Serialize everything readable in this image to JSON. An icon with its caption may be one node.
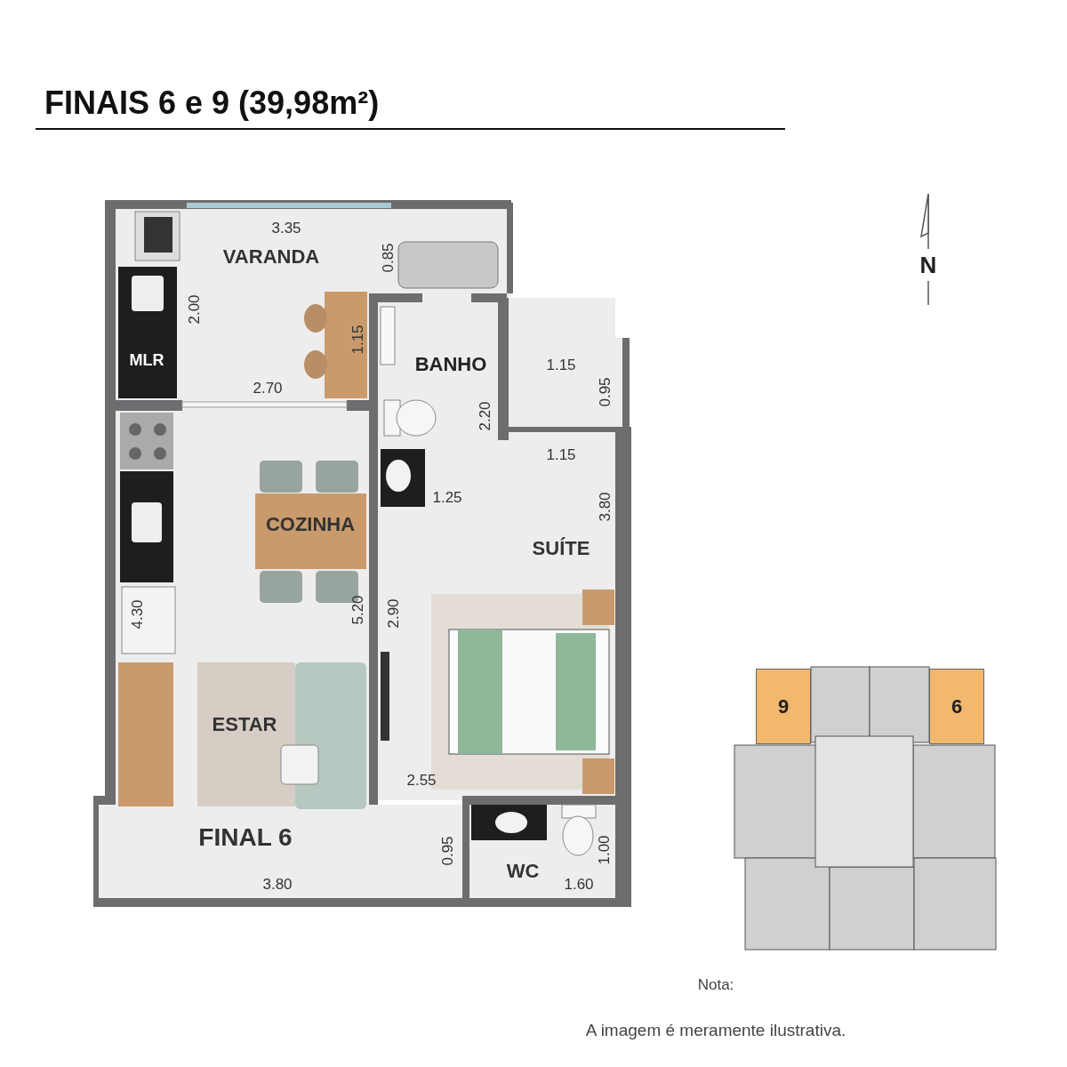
{
  "diagram": {
    "title": "FINAIS 6 e 9 (39,98m²)",
    "nodes": [
      {
        "text": [
          "VARANDA"
        ]
      },
      {
        "text": [
          "MLR"
        ]
      },
      {
        "text": [
          "BANHO"
        ]
      },
      {
        "text": [
          "COZINHA"
        ]
      },
      {
        "text": [
          "ESTAR"
        ]
      },
      {
        "text": [
          "SUÍTE"
        ]
      },
      {
        "text": [
          "WC"
        ]
      },
      {
        "text": [
          "9"
        ]
      },
      {
        "text": [
          "6"
        ]
      }
    ],
    "labels": [
      "3.35",
      "0.85",
      "2.00",
      "1.15",
      "2.70",
      "1.15",
      "0.95",
      "2.20",
      "1.15",
      "1.25",
      "3.80",
      "4.30",
      "5.20",
      "2.90",
      "2.55",
      "FINAL 6",
      "0.95",
      "1.00",
      "3.80",
      "1.60",
      "N",
      "Nota:",
      "A imagem é meramente ilustrativa."
    ]
  }
}
